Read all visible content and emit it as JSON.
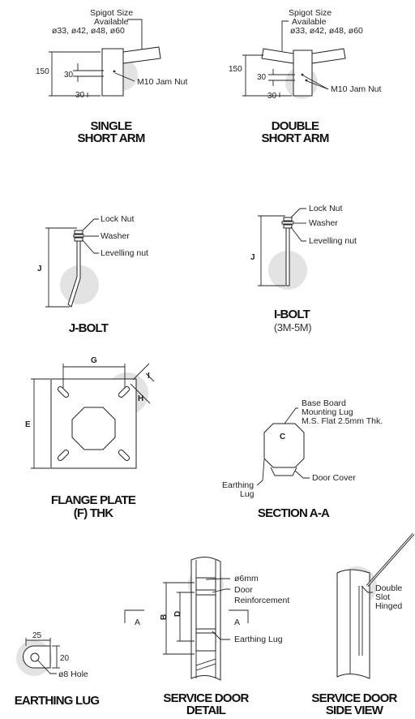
{
  "single_short_arm": {
    "spigot_line1": "Spigot Size",
    "spigot_line2": "Available",
    "spigot_sizes": "ø33, ø42, ø48, ø60",
    "dim_height": "150",
    "dim_nut_gap": "30",
    "dim_bottom": "30",
    "nut_label": "M10 Jam Nut",
    "title_line1": "SINGLE",
    "title_line2": "SHORT ARM"
  },
  "double_short_arm": {
    "spigot_line1": "Spigot Size",
    "spigot_line2": "Available",
    "spigot_sizes": "ø33, ø42, ø48, ø60",
    "dim_height": "150",
    "dim_nut_gap": "30",
    "dim_bottom": "30",
    "nut_label": "M10 Jam Nut",
    "title_line1": "DOUBLE",
    "title_line2": "SHORT ARM"
  },
  "j_bolt": {
    "lock_nut": "Lock Nut",
    "washer": "Washer",
    "levelling_nut": "Levelling nut",
    "dim": "J",
    "title": "J-BOLT"
  },
  "i_bolt": {
    "lock_nut": "Lock Nut",
    "washer": "Washer",
    "levelling_nut": "Levelling nut",
    "dim": "J",
    "title": "I-BOLT",
    "subtitle": "(3M-5M)"
  },
  "flange_plate": {
    "dim_g": "G",
    "dim_e": "E",
    "dim_i": "I",
    "dim_h": "H",
    "title_line1": "FLANGE PLATE",
    "title_line2": "(F) THK"
  },
  "section_aa": {
    "lug_line1": "Base Board",
    "lug_line2": "Mounting Lug",
    "lug_line3": "M.S. Flat 2.5mm Thk.",
    "dim_c": "C",
    "earthing_line1": "Earthing",
    "earthing_line2": "Lug",
    "door_cover": "Door Cover",
    "title": "SECTION A-A"
  },
  "earthing_lug": {
    "dim_width": "25",
    "dim_height": "20",
    "hole": "ø8 Hole",
    "title": "EARTHING LUG"
  },
  "service_door_detail": {
    "hole": "ø6mm",
    "reinf_line1": "Door",
    "reinf_line2": "Reinforcement",
    "earthing": "Earthing Lug",
    "dim_b": "B",
    "dim_d": "D",
    "section_left": "A",
    "section_right": "A",
    "title_line1": "SERVICE DOOR",
    "title_line2": "DETAIL"
  },
  "service_door_side": {
    "hinge_line1": "Double",
    "hinge_line2": "Slot",
    "hinge_line3": "Hinged",
    "title_line1": "SERVICE DOOR",
    "title_line2": "SIDE VIEW"
  }
}
